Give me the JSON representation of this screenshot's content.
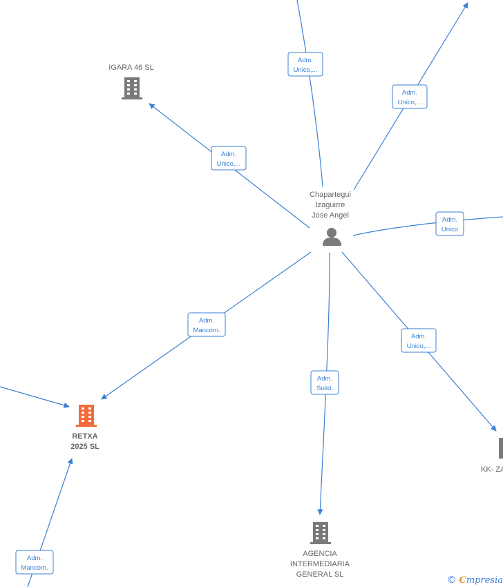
{
  "colors": {
    "edge": "#3a7fd5",
    "company_default": "#7a7a7a",
    "company_highlight": "#f26b3a",
    "person": "#7a7a7a",
    "text": "#666666",
    "brand_accent": "#f28c28"
  },
  "nodes": {
    "person_center": {
      "lines": [
        "Chapartegui",
        "Izaguirre",
        "Jose Angel"
      ],
      "icon": "person-icon"
    },
    "igara46": {
      "lines": [
        "IGARA 46  SL"
      ],
      "icon": "building-icon"
    },
    "retxa": {
      "lines": [
        "RETXA",
        "2025  SL"
      ],
      "icon": "building-icon",
      "highlight": true
    },
    "agencia": {
      "lines": [
        "AGENCIA",
        "INTERMEDIARIA",
        "GENERAL SL"
      ],
      "icon": "building-icon"
    },
    "kkza": {
      "lines": [
        "KK- ZA"
      ],
      "icon": "building-icon"
    }
  },
  "edges": [
    {
      "id": "top-left-up",
      "label": [
        "Adm.",
        "Unico,..."
      ]
    },
    {
      "id": "top-right-up",
      "label": [
        "Adm.",
        "Unico,..."
      ]
    },
    {
      "id": "to-igara",
      "label": [
        "Adm.",
        "Unico,..."
      ]
    },
    {
      "id": "right-unico",
      "label": [
        "Adm.",
        "Unico"
      ]
    },
    {
      "id": "to-retxa",
      "label": [
        "Adm.",
        "Mancom."
      ]
    },
    {
      "id": "to-agencia",
      "label": [
        "Adm.",
        "Solid."
      ]
    },
    {
      "id": "to-kkza",
      "label": [
        "Adm.",
        "Unico,..."
      ]
    },
    {
      "id": "bottom-to-retxa",
      "label": [
        "Adm.",
        "Mancom."
      ]
    },
    {
      "id": "left-to-retxa",
      "label": []
    }
  ],
  "watermark": {
    "copyright": "©",
    "brand_first": "C",
    "brand_rest": "mpresia"
  }
}
